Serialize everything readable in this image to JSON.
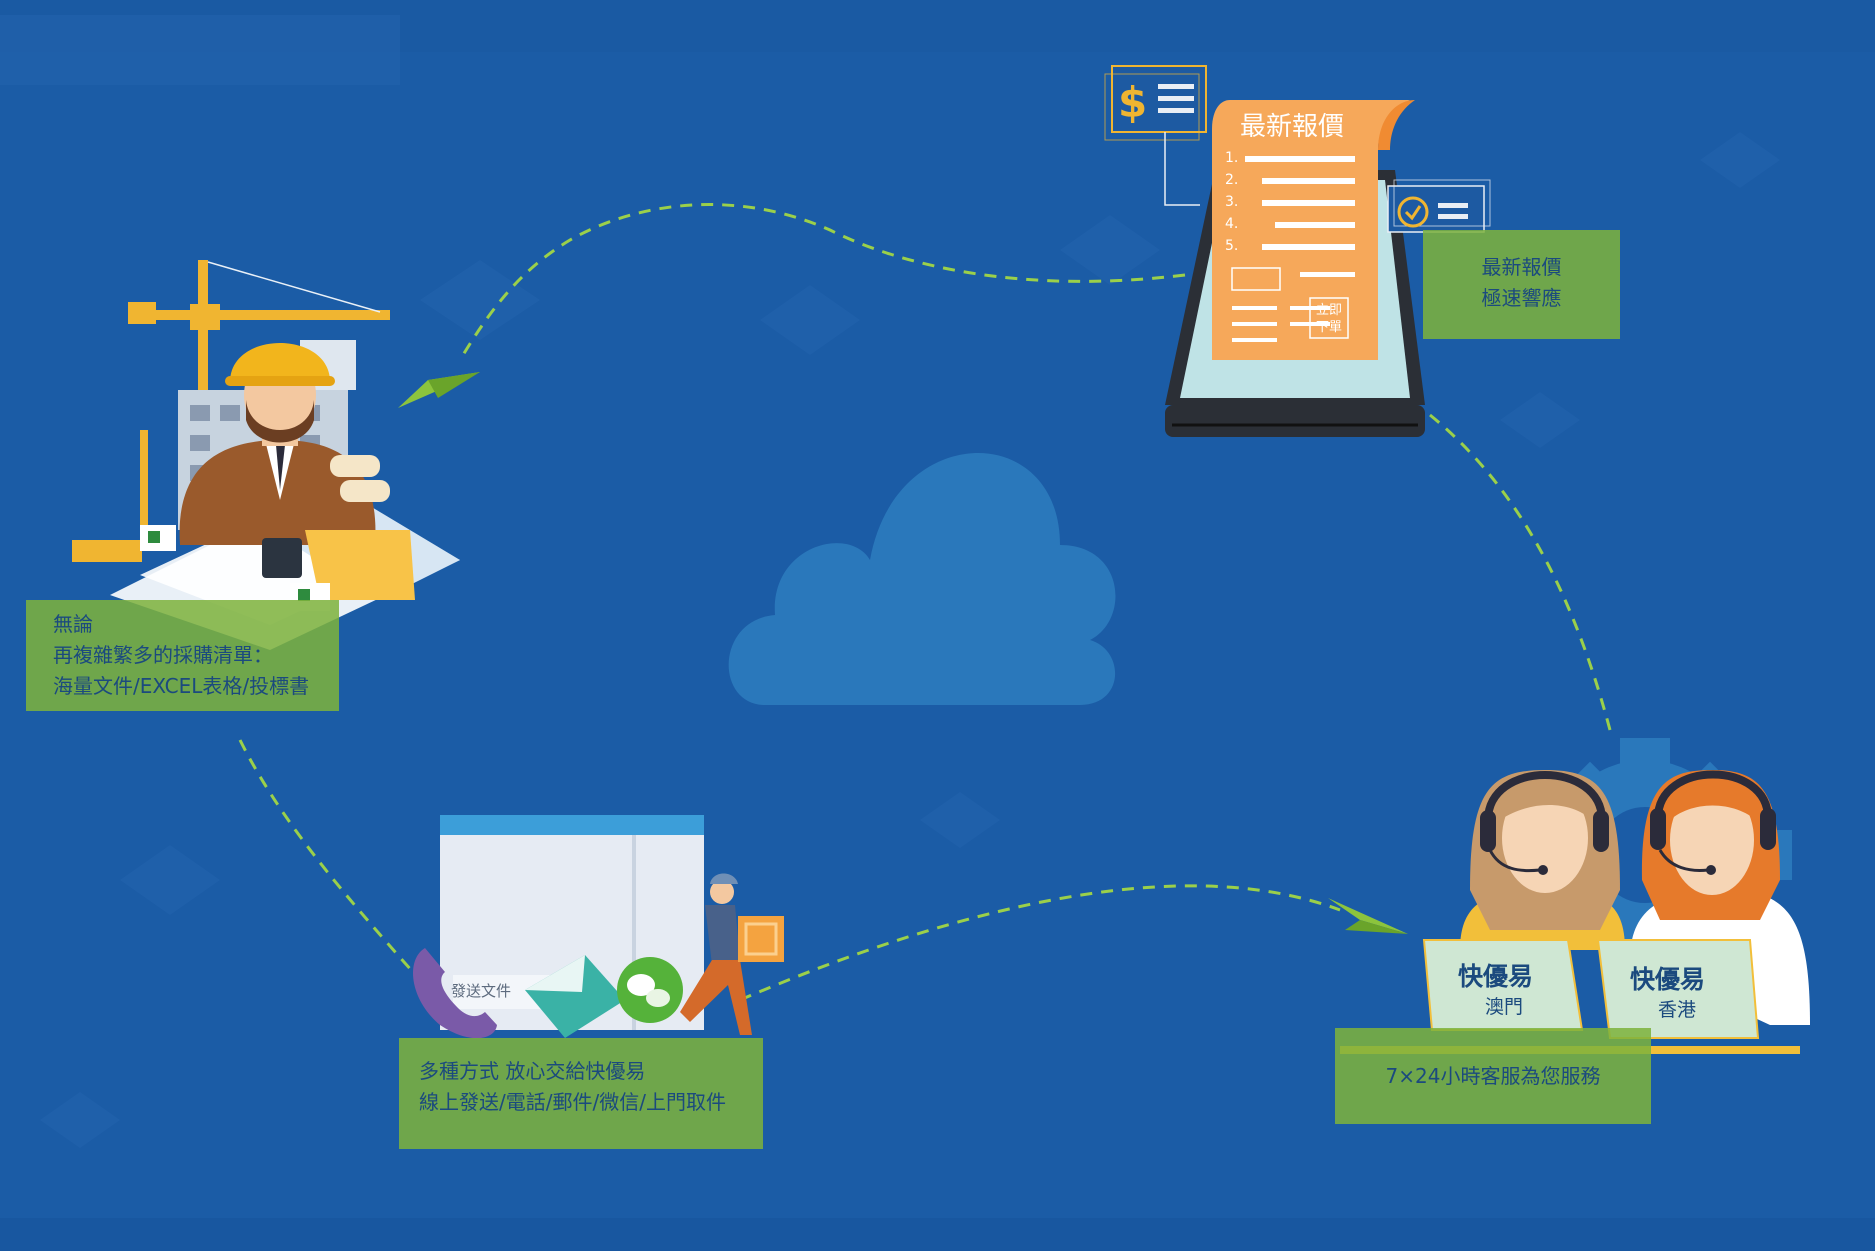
{
  "purchase": {
    "lines": [
      "無論",
      "再複雜繁多的採購清單：",
      "海量文件/EXCEL表格/投標書"
    ]
  },
  "methods": {
    "lines": [
      "多種方式 放心交給快優易",
      "線上發送/電話/郵件/微信/上門取件"
    ],
    "window_label": "發送文件"
  },
  "quote": {
    "doc_title": "最新報價",
    "doc_numbers": [
      "1.",
      "2.",
      "3.",
      "4.",
      "5."
    ],
    "order_button": [
      "立即",
      "下單"
    ],
    "dollar_sign": "$",
    "lines": [
      "最新報價",
      "極速響應"
    ]
  },
  "service": {
    "line": "7×24小時客服為您服務",
    "brand": "快優易",
    "region_macau": "澳門",
    "region_hk": "香港"
  },
  "colors": {
    "background": "#1b5ca6",
    "green_box": "#7eb23c",
    "dash_line": "#9bd04a",
    "orange_doc": "#f6a85a"
  },
  "icons": [
    "cloud-icon",
    "crane-icon",
    "engineer-icon",
    "paper-plane-icon",
    "phone-icon",
    "envelope-icon",
    "wechat-icon",
    "courier-icon",
    "smartphone-icon",
    "dollar-icon",
    "clock-icon",
    "gear-icon",
    "headset-agent-icon"
  ]
}
